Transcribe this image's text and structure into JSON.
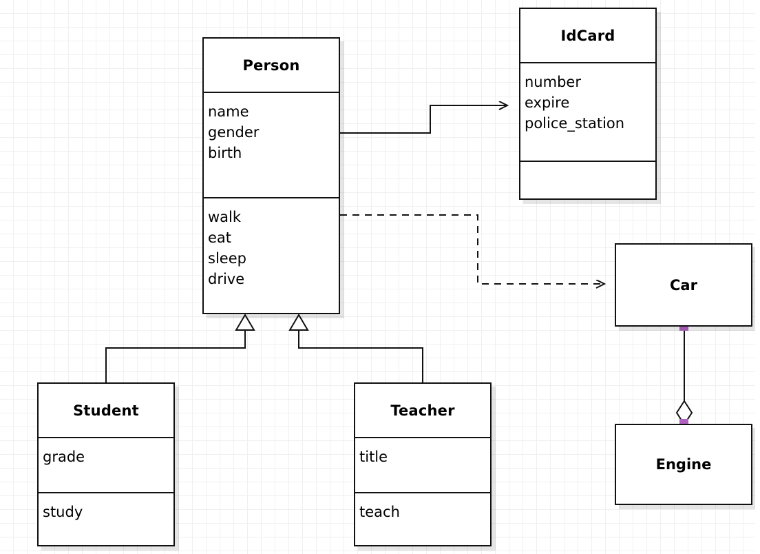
{
  "diagram": {
    "kind": "uml-class-diagram",
    "background": "#ffffff",
    "grid_color": "#f0f0f0",
    "line_color": "#111111",
    "handle_color": "#b062c0"
  },
  "classes": {
    "person": {
      "name": "Person",
      "attributes": [
        "name",
        "gender",
        "birth"
      ],
      "methods": [
        "walk",
        "eat",
        "sleep",
        "drive"
      ]
    },
    "idcard": {
      "name": "IdCard",
      "attributes": [
        "number",
        "expire",
        "police_station"
      ],
      "methods": []
    },
    "student": {
      "name": "Student",
      "attributes": [
        "grade"
      ],
      "methods": [
        "study"
      ]
    },
    "teacher": {
      "name": "Teacher",
      "attributes": [
        "title"
      ],
      "methods": [
        "teach"
      ]
    },
    "car": {
      "name": "Car"
    },
    "engine": {
      "name": "Engine"
    }
  },
  "relations": [
    {
      "id": "person-idcard",
      "type": "association",
      "from": "Person",
      "to": "IdCard",
      "style": "solid",
      "arrowhead": "open"
    },
    {
      "id": "person-car",
      "type": "dependency",
      "from": "Person",
      "to": "Car",
      "style": "dashed",
      "arrowhead": "open"
    },
    {
      "id": "student-person",
      "type": "generalization",
      "from": "Student",
      "to": "Person",
      "style": "solid",
      "arrowhead": "hollow-triangle"
    },
    {
      "id": "teacher-person",
      "type": "generalization",
      "from": "Teacher",
      "to": "Person",
      "style": "solid",
      "arrowhead": "hollow-triangle"
    },
    {
      "id": "car-engine",
      "type": "aggregation",
      "from": "Car",
      "to": "Engine",
      "style": "solid",
      "arrowhead": "hollow-diamond",
      "selected": true
    }
  ]
}
